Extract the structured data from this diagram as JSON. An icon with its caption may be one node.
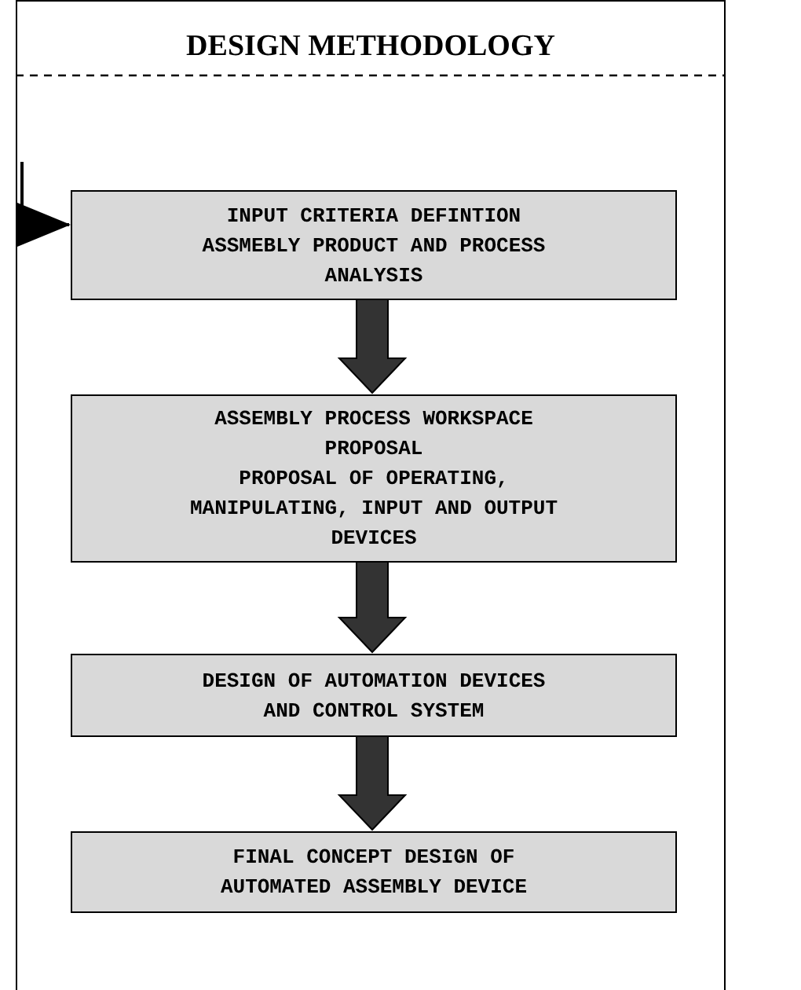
{
  "diagram": {
    "nodes": [
      {
        "text": [
          "DESIGN METHODOLOGY"
        ]
      },
      {
        "text": [
          "INPUT CRITERIA DEFINTION",
          "ASSMEBLY PRODUCT AND PROCESS ANALYSIS"
        ],
        "in": 0
      },
      {
        "text": [
          "ASSEMBLY PROCESS WORKSPACE PROPOSAL",
          "PROPOSAL OF OPERATING, MANIPULATING, INPUT AND OUTPUT DEVICES"
        ],
        "in": 0
      },
      {
        "text": [
          "DESIGN OF AUTOMATION DEVICES AND CONTROL SYSTEM"
        ],
        "in": 0
      },
      {
        "text": [
          "FINAL CONCEPT DESIGN OF AUTOMATED ASSEMBLY DEVICE"
        ],
        "in": 0
      }
    ],
    "edges": [
      {
        "from": null,
        "to": 1,
        "arrow": "to"
      },
      {
        "from": 1,
        "to": 2,
        "arrow": "to",
        "style": "thick",
        "color": "#333333"
      },
      {
        "from": 2,
        "to": 3,
        "arrow": "to",
        "style": "thick",
        "color": "#333333"
      },
      {
        "from": 3,
        "to": 4,
        "arrow": "to",
        "style": "thick",
        "color": "#333333"
      }
    ]
  }
}
